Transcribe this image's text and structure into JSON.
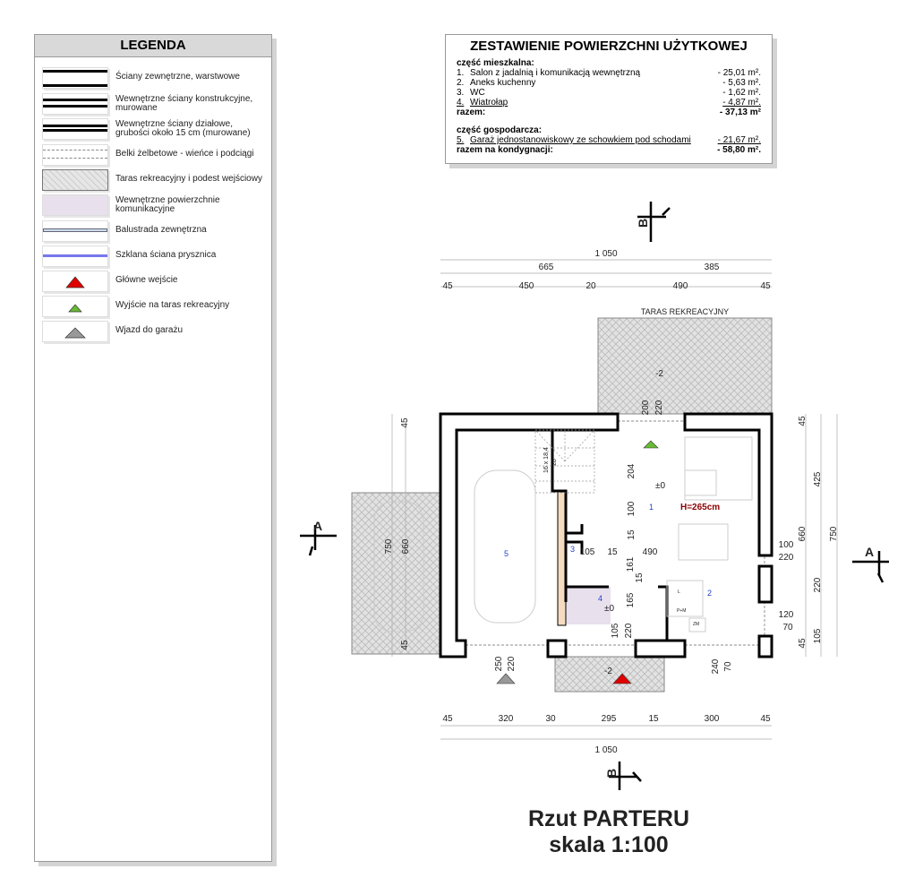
{
  "legend": {
    "title": "LEGENDA",
    "items": [
      "Ściany zewnętrzne, warstwowe",
      "Wewnętrzne ściany konstrukcyjne, murowane",
      "Wewnętrzne ściany działowe, grubości około 15 cm (murowane)",
      "Belki żelbetowe - wieńce i podciągi",
      "Taras rekreacyjny i podest wejściowy",
      "Wewnętrzne powierzchnie komunikacyjne",
      "Balustrada zewnętrzna",
      "Szklana ściana prysznica",
      "Główne wejście",
      "Wyjście na taras rekreacyjny",
      "Wjazd do garażu"
    ]
  },
  "table": {
    "title": "ZESTAWIENIE POWIERZCHNI UŻYTKOWEJ",
    "living_header": "część mieszkalna:",
    "living": [
      {
        "n": "1.",
        "label": "Salon z jadalnią i komunikacją wewnętrzną",
        "value": "- 25,01 m².",
        "ul": false
      },
      {
        "n": "2.",
        "label": "Aneks kuchenny",
        "value": "-   5,63 m².",
        "ul": false
      },
      {
        "n": "3.",
        "label": "WC",
        "value": "-   1,62 m².",
        "ul": false
      },
      {
        "n": "4.",
        "label": "Wiatrołap",
        "value": "-   4,87 m².",
        "ul": true
      }
    ],
    "living_total_label": "razem:",
    "living_total": "- 37,13 m²",
    "utility_header": "część gospodarcza:",
    "utility": [
      {
        "n": "5.",
        "label": "Garaż jednostanowiskowy ze schowkiem pod schodami",
        "value": "- 21,67 m²."
      }
    ],
    "total_label": "razem na kondygnacji:",
    "total": "- 58,80 m²."
  },
  "plan": {
    "terrace_label": "TARAS REKREACYJNY",
    "height_label": "H=265cm",
    "stairs": [
      "16 x 18,4",
      "28"
    ],
    "rooms": [
      "1",
      "2",
      "3",
      "4",
      "5"
    ],
    "levels": [
      "-2",
      "±0",
      "±0",
      "-2"
    ],
    "fixtures": [
      "P+M",
      "ZM",
      "L"
    ],
    "dims_top": {
      "total": "1 050",
      "mid": [
        "665",
        "385"
      ],
      "detail": [
        "45",
        "450",
        "20",
        "490",
        "45"
      ]
    },
    "dims_bottom": {
      "detail": [
        "45",
        "320",
        "30",
        "295",
        "15",
        "300",
        "45"
      ],
      "total": "1 050"
    },
    "dims_left": [
      "45",
      "750",
      "660",
      "45"
    ],
    "dims_right": [
      "45",
      "660",
      "425",
      "750",
      "220",
      "105",
      "45",
      "100",
      "220",
      "120",
      "70"
    ],
    "dims_inner": [
      "200",
      "220",
      "204",
      "100",
      "15",
      "105",
      "15",
      "490",
      "161",
      "15",
      "165",
      "105",
      "220",
      "250",
      "220",
      "240",
      "70"
    ],
    "sections": [
      "B",
      "A",
      "A",
      "B"
    ]
  },
  "title": {
    "line1": "Rzut PARTERU",
    "line2": "skala 1:100"
  },
  "colors": {
    "main_entry": "#e00000",
    "terrace_exit": "#66bb33",
    "garage_entry": "#999999",
    "communication": "#e8e0ec",
    "glass": "#7777ee"
  }
}
